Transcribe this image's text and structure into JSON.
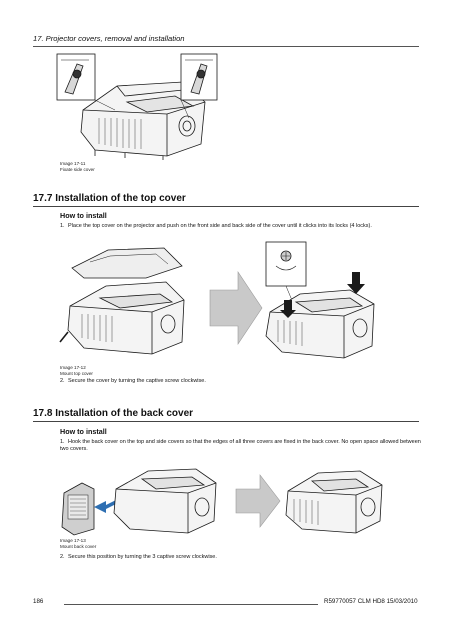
{
  "header": {
    "chapter_title": "17. Projector covers, removal and installation"
  },
  "figure_17_11": {
    "caption_id": "Image 17-11",
    "caption_text": "Fixate side cover"
  },
  "section_17_7": {
    "title": "17.7 Installation of the top cover",
    "subhead": "How to install",
    "steps": [
      {
        "num": "1.",
        "text": "Place the top cover on the projector and push on the front side and back side of the cover until it clicks into its locks (4 locks)."
      },
      {
        "num": "2.",
        "text": "Secure the cover by turning the captive screw clockwise."
      }
    ],
    "figure": {
      "caption_id": "Image 17-12",
      "caption_text": "Mount top cover"
    }
  },
  "section_17_8": {
    "title": "17.8 Installation of the back cover",
    "subhead": "How to install",
    "steps": [
      {
        "num": "1.",
        "text": "Hook the back cover on the top and side covers so that the edges of all three covers are fixed in the back cover. No open space allowed between two covers."
      },
      {
        "num": "2.",
        "text": "Secure this position by turning the 3 captive screw clockwise."
      }
    ],
    "figure": {
      "caption_id": "Image 17-13",
      "caption_text": "Mount back cover"
    }
  },
  "footer": {
    "page_number": "186",
    "document": "R59770057  CLM HD8  15/03/2010"
  },
  "colors": {
    "arrow_gray": "#c9c9c9",
    "hook_arrow_blue": "#2e6fb2",
    "line_dark": "#1a1a1a"
  }
}
